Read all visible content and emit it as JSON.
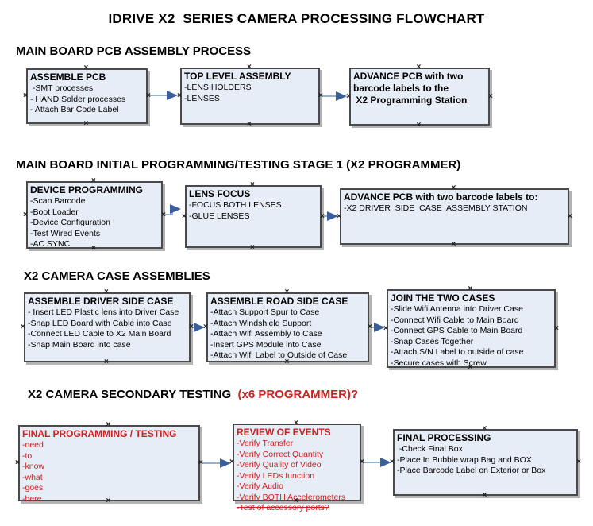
{
  "title": "IDRIVE X2  SERIES CAMERA PROCESSING FLOWCHART",
  "handle_glyph": "×",
  "colors": {
    "box_fill": "#e7edf6",
    "box_border": "#4a4a4a",
    "arrow_line": "#96b0d0",
    "arrow_head": "#3a5f9b",
    "accent_red": "#cc2222"
  },
  "sections": [
    {
      "header": "MAIN BOARD PCB ASSEMBLY PROCESS",
      "boxes": [
        {
          "title": "ASSEMBLE PCB",
          "items": [
            " -SMT processes",
            "- HAND Solder processes",
            "- Attach Bar Code Label"
          ]
        },
        {
          "title": "TOP LEVEL ASSEMBLY",
          "items": [
            "-LENS HOLDERS",
            "-LENSES"
          ]
        },
        {
          "title": "ADVANCE PCB with two\nbarcode labels to the\n X2 Programming Station",
          "items": []
        }
      ]
    },
    {
      "header": "MAIN BOARD INITIAL PROGRAMMING/TESTING STAGE 1 (X2 PROGRAMMER)",
      "boxes": [
        {
          "title": "DEVICE PROGRAMMING",
          "items": [
            "-Scan Barcode",
            "-Boot Loader",
            "-Device Configuration",
            "-Test Wired Events",
            "-AC SYNC"
          ]
        },
        {
          "title": "LENS FOCUS",
          "items": [
            "-FOCUS BOTH LENSES",
            "-GLUE LENSES"
          ]
        },
        {
          "title": "ADVANCE PCB with two barcode labels to:",
          "items": [
            "-X2 DRIVER  SIDE  CASE  ASSEMBLY STATION"
          ]
        }
      ]
    },
    {
      "header": "X2 CAMERA CASE ASSEMBLIES",
      "boxes": [
        {
          "title": "ASSEMBLE DRIVER SIDE CASE",
          "items": [
            "- Insert LED Plastic lens into Driver Case",
            "-Snap LED Board with Cable into Case",
            "-Connect LED Cable to X2 Main Board",
            "-Snap Main Board into case"
          ]
        },
        {
          "title": "ASSEMBLE ROAD SIDE CASE",
          "items": [
            "-Attach Support Spur to Case",
            "-Attach Windshield Support",
            "-Attach Wifi Assembly to Case",
            "-Insert GPS Module into Case",
            "-Attach Wifi Label to Outside of Case"
          ]
        },
        {
          "title": "JOIN THE TWO CASES",
          "items": [
            "-Slide Wifi Antenna into Driver Case",
            "-Connect Wifi Cable to Main Board",
            "-Connect GPS Cable to Main Board",
            "-Snap Cases Together",
            "-Attach S/N Label to outside of case",
            "-Secure cases with Screw"
          ]
        }
      ]
    },
    {
      "header": "X2 CAMERA SECONDARY TESTING  ",
      "header_suffix": "(x6 PROGRAMMER)?",
      "boxes": [
        {
          "title": "FINAL PROGRAMMING / TESTING",
          "items": [
            "-need",
            "-to",
            "-know",
            "-what",
            "-goes",
            "-here"
          ]
        },
        {
          "title": "REVIEW OF EVENTS",
          "items": [
            "-Verify Transfer",
            "-Verify Correct Quantity",
            "-Verify Quality of Video",
            "-Verify LEDs function",
            "-Verify Audio",
            "-Verify BOTH Accelerometers",
            "-Test of accessory ports?"
          ]
        },
        {
          "title": "FINAL PROCESSING",
          "items": [
            " -Check Final Box",
            "-Place In Bubble wrap Bag and BOX",
            "-Place Barcode Label on Exterior or Box"
          ]
        }
      ]
    }
  ]
}
